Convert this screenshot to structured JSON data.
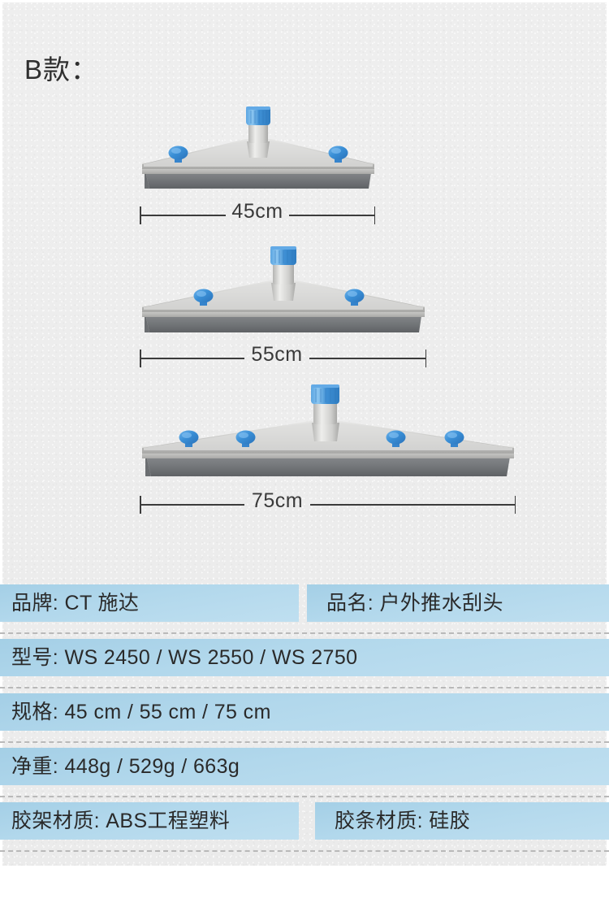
{
  "page": {
    "title": "B款：",
    "background_color": "#ededed",
    "border_color": "#ffffff",
    "accent_blue": "#aed6ea",
    "product_body_color": "#c9c9c9",
    "product_cap_color": "#3d90d7",
    "product_blade_color": "#6f7275"
  },
  "products": [
    {
      "name": "squeegee-45cm",
      "dimension_label": "45cm",
      "width_cm": 45,
      "knob_count": 2
    },
    {
      "name": "squeegee-55cm",
      "dimension_label": "55cm",
      "width_cm": 55,
      "knob_count": 2
    },
    {
      "name": "squeegee-75cm",
      "dimension_label": "75cm",
      "width_cm": 75,
      "knob_count": 4
    }
  ],
  "spec_table": {
    "rows": [
      {
        "name": "row-brand-product",
        "cells": [
          {
            "name": "brand",
            "label": "品牌:",
            "value": "CT 施达",
            "text": "品牌: CT 施达"
          },
          {
            "name": "product-name",
            "label": "品名:",
            "value": "户外推水刮头",
            "text": "品名: 户外推水刮头"
          }
        ]
      },
      {
        "name": "row-model",
        "cells": [
          {
            "name": "model",
            "label": "型号:",
            "value": "WS 2450 / WS 2550 / WS 2750",
            "text": "型号: WS 2450 / WS 2550 / WS 2750"
          }
        ]
      },
      {
        "name": "row-size",
        "cells": [
          {
            "name": "size",
            "label": "规格:",
            "value": "45 cm / 55 cm / 75 cm",
            "text": "规格: 45 cm / 55 cm / 75 cm"
          }
        ]
      },
      {
        "name": "row-net-weight",
        "cells": [
          {
            "name": "net-weight",
            "label": "净重:",
            "value": "448g / 529g / 663g",
            "text": "净重: 448g / 529g / 663g"
          }
        ]
      },
      {
        "name": "row-materials",
        "cells": [
          {
            "name": "frame-material",
            "label": "胶架材质:",
            "value": "ABS工程塑料",
            "text": "胶架材质:  ABS工程塑料"
          },
          {
            "name": "blade-material",
            "label": "胶条材质:",
            "value": "硅胶",
            "text": "胶条材质:  硅胶"
          }
        ]
      }
    ]
  }
}
